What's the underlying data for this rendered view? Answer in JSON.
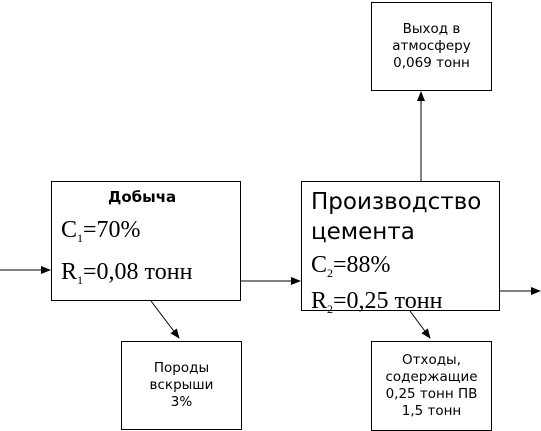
{
  "nodes": {
    "atmosphere": {
      "lines": [
        "Выход в",
        "атмосферу",
        "0,069 тонн"
      ]
    },
    "mining": {
      "title": "Добыча",
      "c_sym": "C",
      "c_sub": "1",
      "c_val": "=70%",
      "r_sym": "R",
      "r_sub": "1",
      "r_val": "=0,08 тонн"
    },
    "cement": {
      "title_line1": "Производство",
      "title_line2": "цемента",
      "c_sym": "C",
      "c_sub": "2",
      "c_val": "=88%",
      "r_sym": "R",
      "r_sub": "2",
      "r_val": "=0,25 тонн"
    },
    "overburden": {
      "lines": [
        "Породы",
        "вскрыши",
        "3%"
      ]
    },
    "waste": {
      "lines": [
        "Отходы,",
        "содержащие",
        "0,25 тонн ПВ",
        "1,5 тонн"
      ]
    }
  }
}
